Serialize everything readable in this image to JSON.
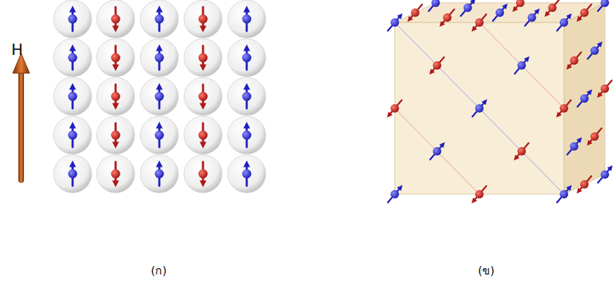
{
  "diagram": {
    "labels": [
      "H",
      "(ก)",
      "(ข)"
    ]
  }
}
